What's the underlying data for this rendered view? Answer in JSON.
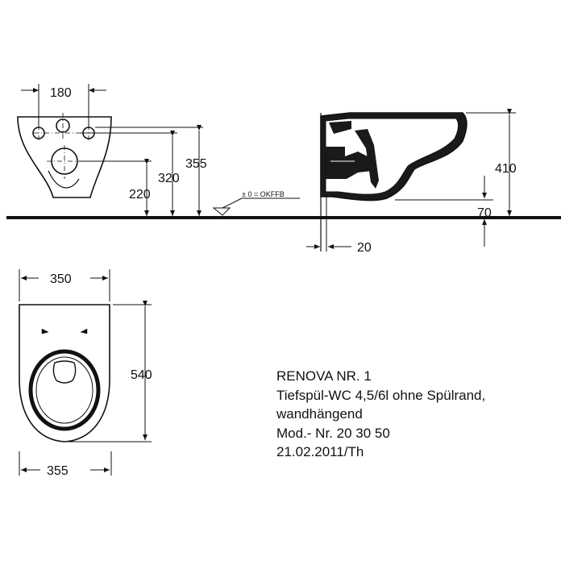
{
  "dimensions": {
    "front_width": "180",
    "height_355": "355",
    "height_320": "320",
    "height_220": "220",
    "floor_marker": "± 0 = OKFFB",
    "side_height": "410",
    "side_gap": "70",
    "side_offset": "20",
    "top_width": "350",
    "top_depth": "540",
    "top_width_bottom": "355"
  },
  "info": {
    "line1": "RENOVA NR. 1",
    "line2": "Tiefspül-WC 4,5/6l ohne Spülrand,",
    "line3": "wandhängend",
    "line4": "Mod.- Nr. 20 30 50",
    "line5": "21.02.2011/Th"
  },
  "colors": {
    "ink": "#111111",
    "fill_dark": "#1a1a1a"
  }
}
